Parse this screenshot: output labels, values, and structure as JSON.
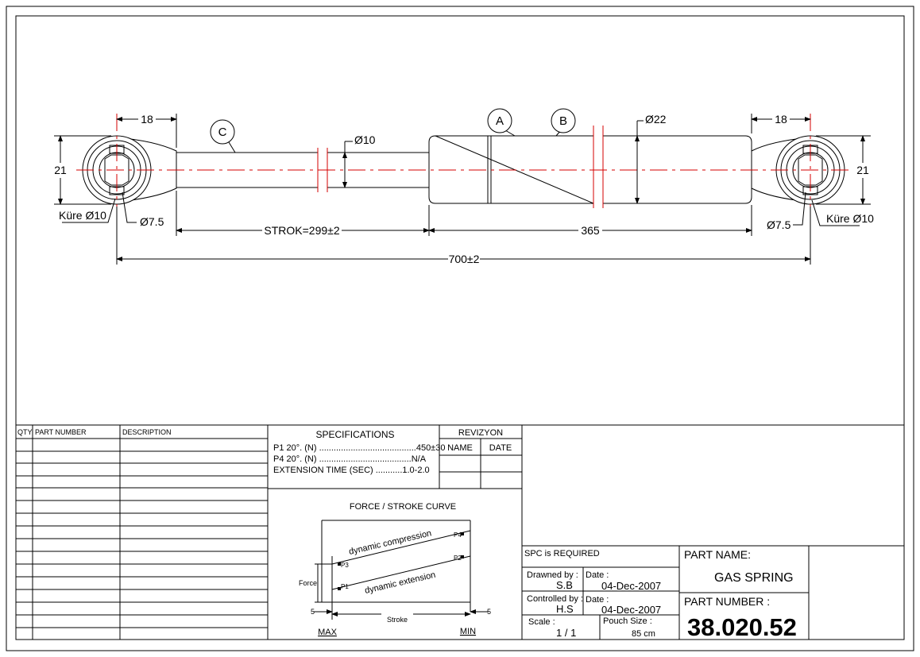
{
  "drawing": {
    "callouts": [
      "C",
      "A",
      "B"
    ],
    "dims": {
      "eye_width_left": "18",
      "eye_width_right": "18",
      "eye_height_left": "21",
      "eye_height_right": "21",
      "rod_dia": "Ø10",
      "body_dia": "Ø22",
      "ball_left": "Küre Ø10",
      "ball_right": "Küre Ø10",
      "hole_left": "Ø7.5",
      "hole_right": "Ø7.5",
      "stroke": "STROK=299±2",
      "body_len": "365",
      "overall": "700±2"
    },
    "colors": {
      "line": "#000000",
      "centerline": "#d40000",
      "body": "#ffffff"
    }
  },
  "bom": {
    "headers": [
      "QTY",
      "PART NUMBER",
      "DESCRIPTION"
    ]
  },
  "specs": {
    "title": "SPECIFICATIONS",
    "lines": [
      "P1 20°. (N) ........................................450±30",
      "P4 20°. (N) ......................................N/A",
      "EXTENSION TIME (SEC) ...........1.0-2.0"
    ]
  },
  "revision": {
    "title": "REVIZYON",
    "headers": [
      "NAME",
      "DATE"
    ]
  },
  "curve": {
    "title": "FORCE / STROKE CURVE",
    "compression_label": "dynamic compression",
    "extension_label": "dynamic extension",
    "points": [
      "P3",
      "P1",
      "P4",
      "P2"
    ],
    "force_label": "Force",
    "stroke_label": "Stroke",
    "offset_left": "5",
    "offset_right": "5",
    "max_label": "MAX",
    "min_label": "MIN"
  },
  "title_block": {
    "spc": "SPC is REQUIRED",
    "drawn_by_label": "Drawned by :",
    "drawn_by": "S.B",
    "drawn_date_label": "Date :",
    "drawn_date": "04-Dec-2007",
    "controlled_by_label": "Controlled by :",
    "controlled_by": "H.S",
    "controlled_date_label": "Date :",
    "controlled_date": "04-Dec-2007",
    "scale_label": "Scale :",
    "scale": "1 / 1",
    "pouch_label": "Pouch Size :",
    "pouch": "85 cm",
    "part_name_label": "PART NAME:",
    "part_name": "GAS SPRING",
    "part_number_label": "PART NUMBER :",
    "part_number": "38.020.52"
  }
}
